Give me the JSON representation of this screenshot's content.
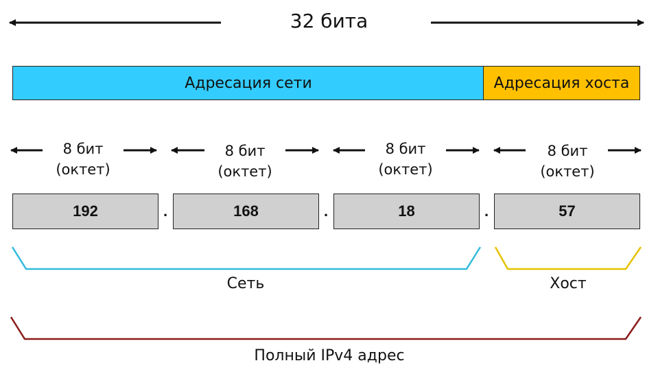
{
  "title": "32 бита",
  "bars": {
    "network": "Адресация сети",
    "host": "Адресация хоста"
  },
  "octet_label": {
    "line1": "8 бит",
    "line2": "(октет)"
  },
  "octets": [
    "192",
    "168",
    "18",
    "57"
  ],
  "separator": ".",
  "brackets": {
    "network": "Сеть",
    "host": "Хост",
    "full": "Полный IPv4 адрес"
  },
  "colors": {
    "network_fill": "#33ccff",
    "host_fill": "#ffc000",
    "octet_fill": "#d0d0d0",
    "network_bracket": "#33bbdd",
    "host_bracket": "#e6c200",
    "full_bracket": "#8b1a1a"
  }
}
